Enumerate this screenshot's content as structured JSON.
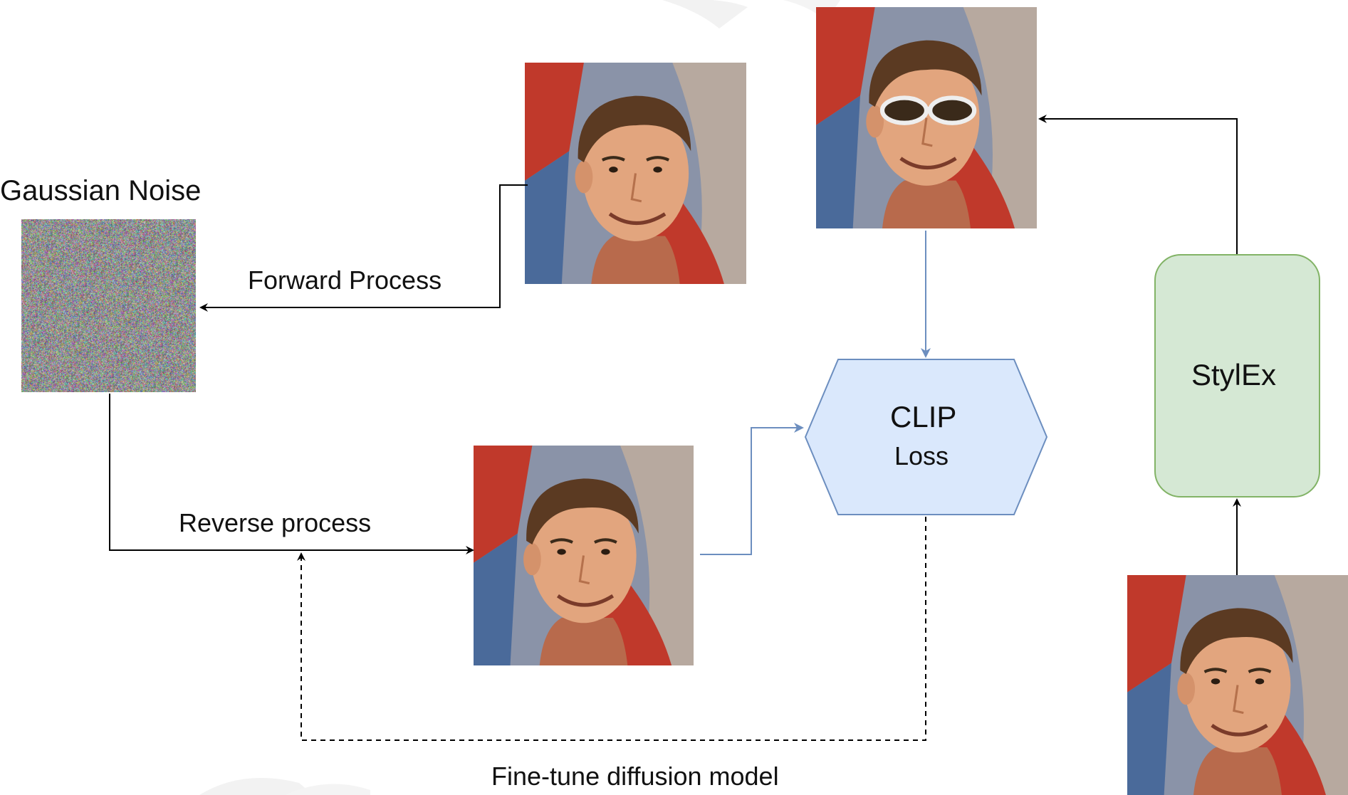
{
  "labels": {
    "gaussian_noise": "Gaussian Noise",
    "forward_process": "Forward Process",
    "reverse_process": "Reverse process",
    "clip_title": "CLIP",
    "clip_subtitle": "Loss",
    "stylex": "StylEx",
    "finetune": "Fine-tune diffusion model"
  },
  "colors": {
    "clip_fill": "#dae8fc",
    "clip_stroke": "#6c8ebf",
    "stylex_fill": "#d5e8d4",
    "stylex_stroke": "#82b366",
    "arrow_black": "#000000",
    "arrow_blue": "#6c8ebf"
  },
  "images": {
    "noise": "gaussian-noise-square",
    "face_forward": "face-photo",
    "face_sunglasses": "face-photo-with-sunglasses",
    "face_reverse": "face-photo",
    "face_input": "face-photo"
  }
}
